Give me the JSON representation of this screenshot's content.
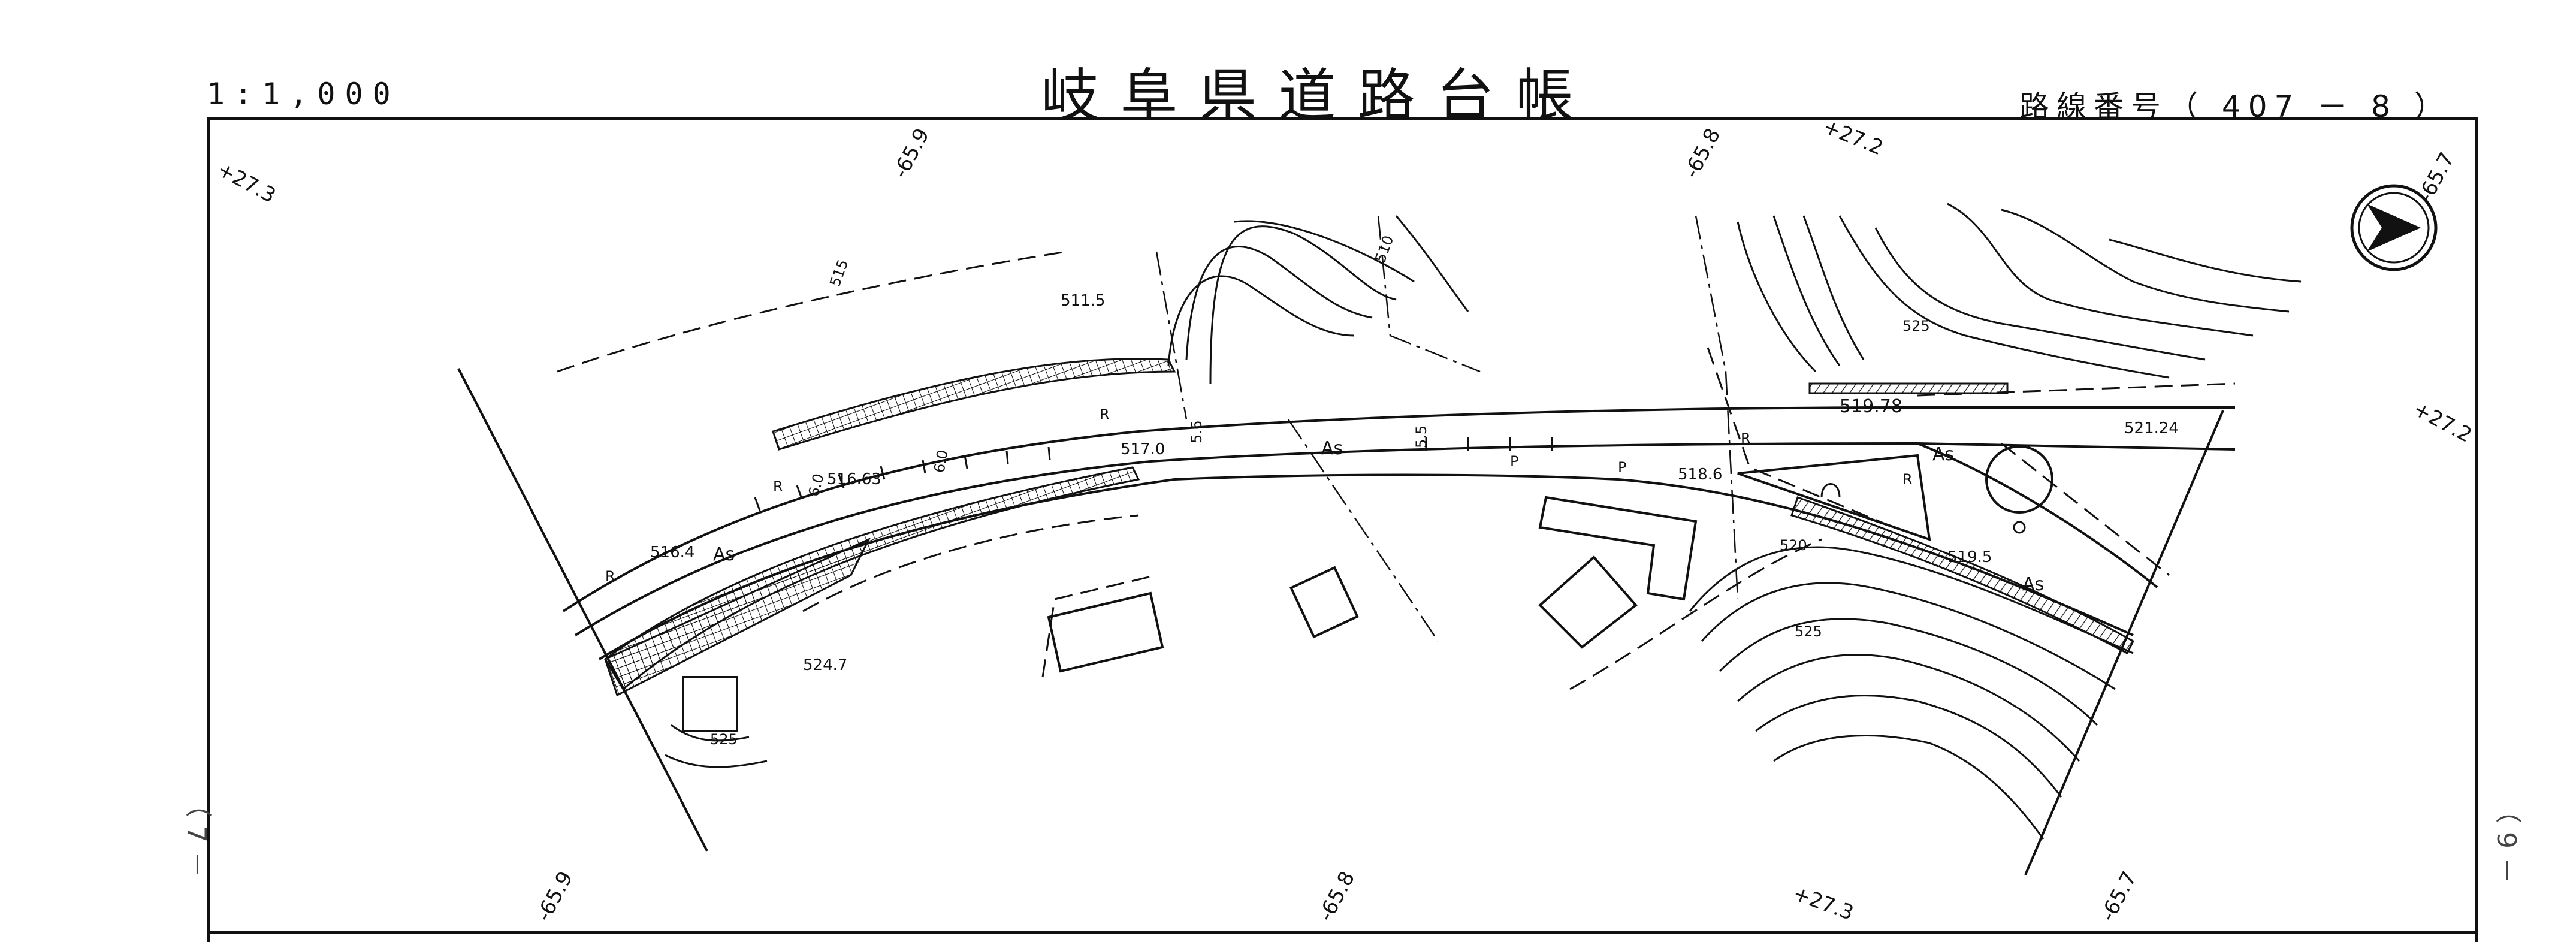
{
  "header": {
    "scale": "1:1,000",
    "title": "岐阜県道路台帳",
    "route": "路線番号（ 407 －  8 ）"
  },
  "side_marks": {
    "left": "（ 7 －",
    "right": "（ 9 －"
  },
  "coordinates": {
    "top_left_27_3": "+27.3",
    "top_65_9": "-65.9",
    "top_65_8": "-65.8",
    "top_27_2": "+27.2",
    "top_right_65_7": "-65.7",
    "right_27_2": "+27.2",
    "bottom_65_9": "-65.9",
    "bottom_65_8": "-65.8",
    "bottom_27_3": "+27.3",
    "bottom_65_7": "-65.7"
  },
  "elevations": {
    "e511_5": "511.5",
    "e517_0": "517.0",
    "e516_63": "516.63",
    "e516_4": "516.4",
    "e524_7": "524.7",
    "e518_6": "518.6",
    "e519_78": "519.78",
    "e521_24": "521.24",
    "e519_5": "519.5"
  },
  "contours": {
    "c510": "510",
    "c515a": "515",
    "c525a": "525",
    "c520": "520",
    "c525b": "525",
    "c525c": "525"
  },
  "road_labels": {
    "as1": "As",
    "as2": "As",
    "as3": "As",
    "as4": "As",
    "r1": "R",
    "r2": "R",
    "r3": "R",
    "r4": "R",
    "r5": "R",
    "p1": "P",
    "p2": "P",
    "w55": "5.5",
    "w60a": "6.0",
    "w60b": "6.0",
    "w56": "5.6"
  },
  "colors": {
    "ink": "#111111",
    "paper": "#ffffff"
  },
  "icons": {
    "north_arrow": "north-arrow-icon"
  }
}
